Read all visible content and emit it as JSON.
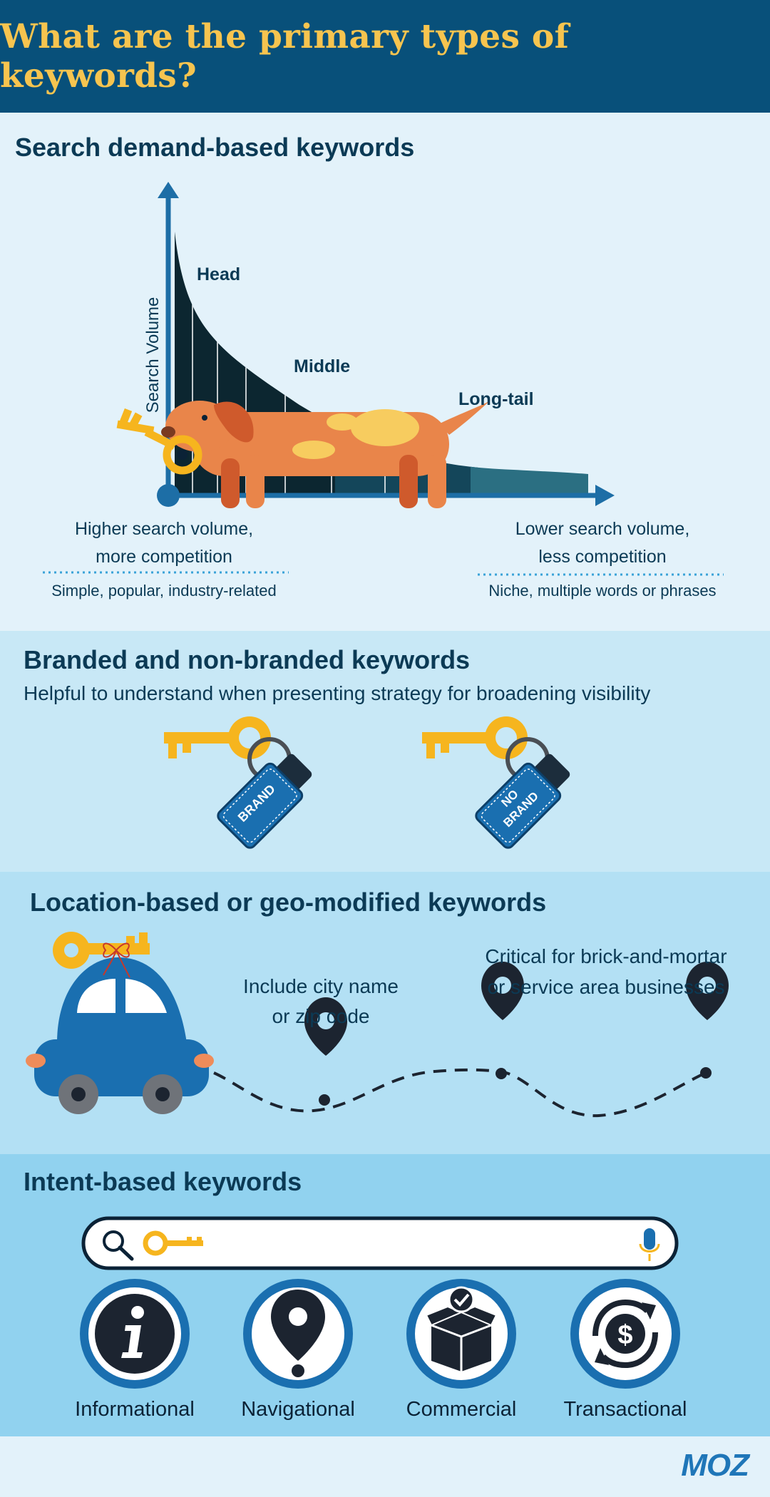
{
  "title": "What are the primary types of keywords?",
  "section1": {
    "title": "Search demand-based keywords",
    "y_axis_label": "Search Volume",
    "curve_labels": [
      "Head",
      "Middle",
      "Long-tail"
    ],
    "left_caption_line1": "Higher search volume,",
    "left_caption_line2": "more competition",
    "left_note": "Simple, popular, industry-related",
    "right_caption_line1": "Lower search volume,",
    "right_caption_line2": "less competition",
    "right_note": "Niche, multiple words or phrases"
  },
  "section2": {
    "title": "Branded and non-branded keywords",
    "subtitle": "Helpful to understand when presenting strategy for broadening visibility",
    "tag_brand": "BRAND",
    "tag_no": "NO",
    "tag_no_brand": "BRAND"
  },
  "section3": {
    "title": "Location-based or geo-modified keywords",
    "note1_line1": "Include city name",
    "note1_line2": "or zip code",
    "note2_line1": "Critical for brick-and-mortar",
    "note2_line2": "or service area businesses"
  },
  "section4": {
    "title": "Intent-based keywords",
    "intents": [
      "Informational",
      "Navigational",
      "Commercial",
      "Transactional"
    ]
  },
  "brand": "MOZ",
  "icons": [
    "search-icon",
    "key-icon",
    "microphone-icon",
    "info-icon",
    "map-pin-icon",
    "box-check-icon",
    "dollar-cycle-icon"
  ],
  "colors": {
    "header_bg": "#08507a",
    "title_yellow": "#f7c44f",
    "navy": "#0b3a55",
    "key_yellow": "#f6b51e",
    "dog_orange": "#e9854a",
    "car_blue": "#1a6fb0"
  }
}
